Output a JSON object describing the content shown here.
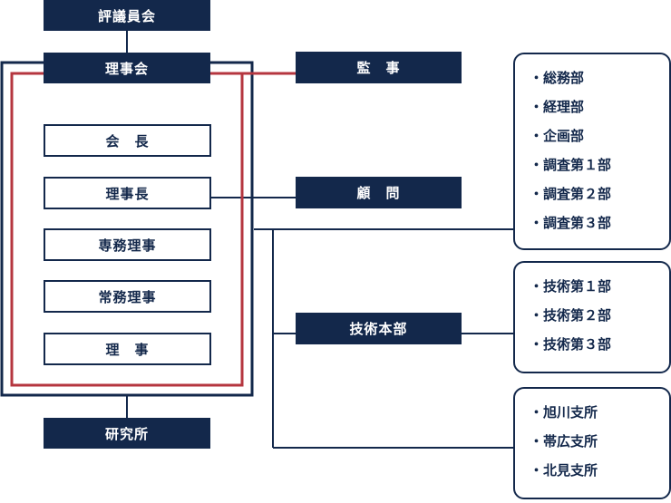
{
  "diagram": {
    "council": "評議員会",
    "board": "理事会",
    "auditor": "監　事",
    "advisor": "顧　問",
    "institute": "研究所",
    "tech_hq": "技術本部",
    "officers": [
      "会　長",
      "理事長",
      "専務理事",
      "常務理事",
      "理　事"
    ],
    "departments": [
      "総務部",
      "経理部",
      "企画部",
      "調査第１部",
      "調査第２部",
      "調査第３部"
    ],
    "tech_departments": [
      "技術第１部",
      "技術第２部",
      "技術第３部"
    ],
    "branches": [
      "旭川支所",
      "帯広支所",
      "北見支所"
    ]
  },
  "colors": {
    "navy": "#13284b",
    "red": "#b5363f",
    "white": "#ffffff"
  }
}
